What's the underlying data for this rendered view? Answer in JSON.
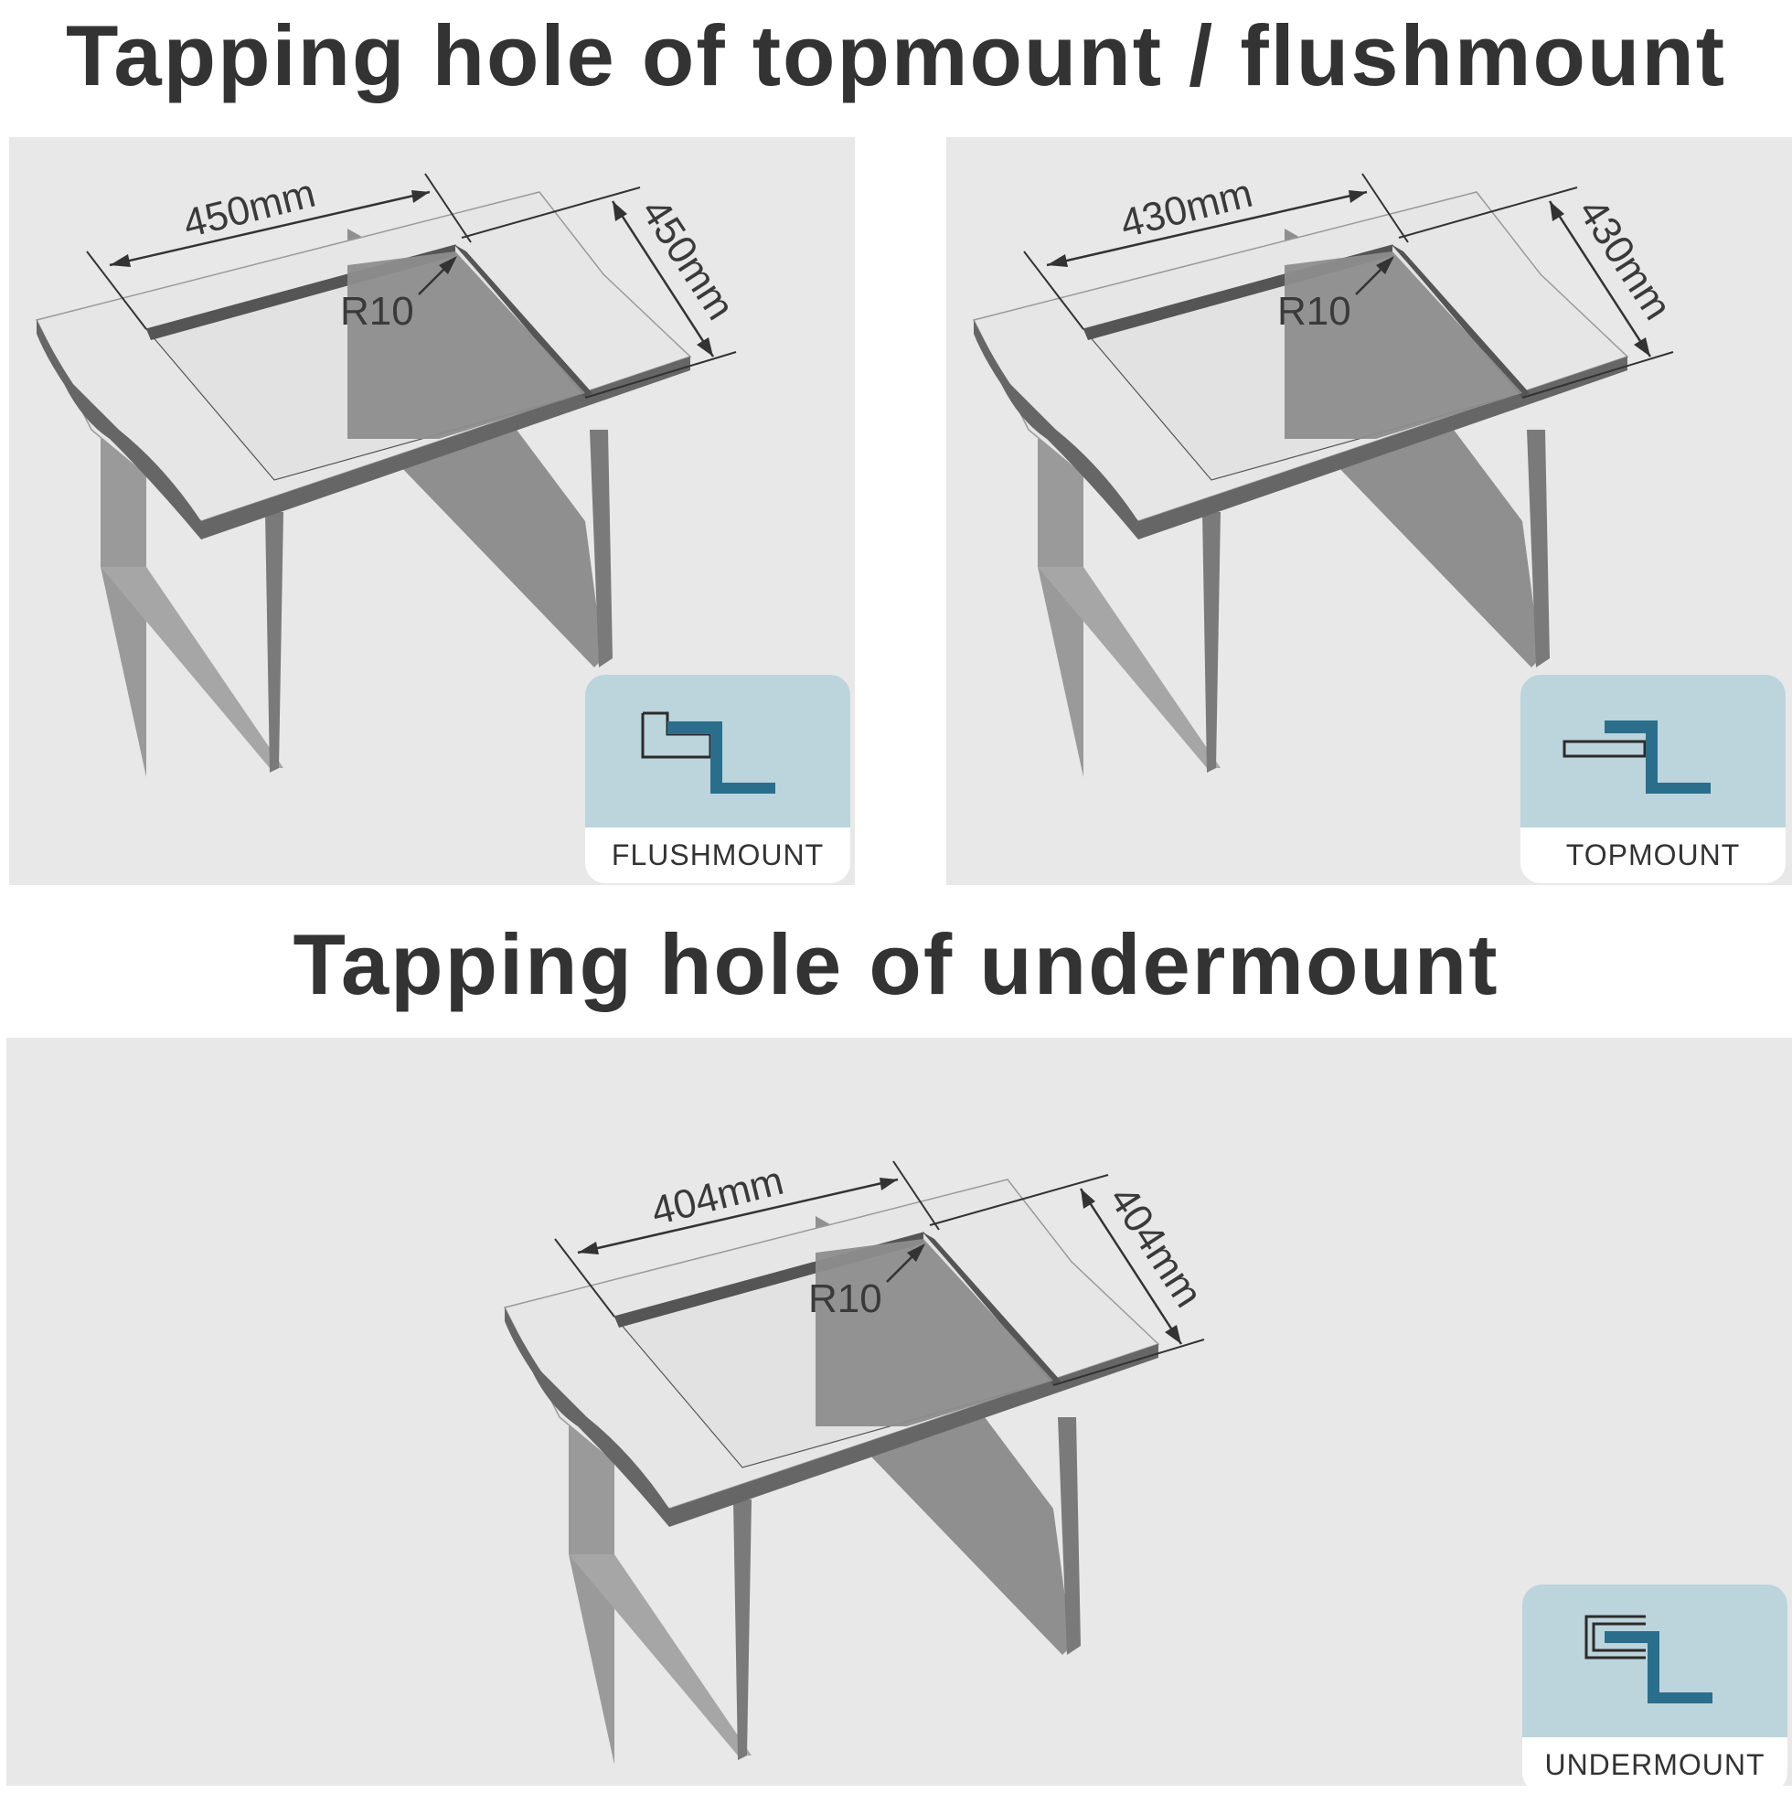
{
  "headings": {
    "top": "Tapping hole of topmount / flushmount",
    "bottom": "Tapping hole of undermount"
  },
  "panels": [
    {
      "width_dim": "450mm",
      "depth_dim": "450mm",
      "radius": "R10",
      "badge_label": "FLUSHMOUNT",
      "badge_icon": "flushmount-profile-icon"
    },
    {
      "width_dim": "430mm",
      "depth_dim": "430mm",
      "radius": "R10",
      "badge_label": "TOPMOUNT",
      "badge_icon": "topmount-profile-icon"
    },
    {
      "width_dim": "404mm",
      "depth_dim": "404mm",
      "radius": "R10",
      "badge_label": "UNDERMOUNT",
      "badge_icon": "undermount-profile-icon"
    }
  ],
  "colors": {
    "panel_bg": "#e8e8e8",
    "badge_top": "#bcd4db",
    "accent_blue": "#2b6e8c",
    "text_dark": "#333333"
  }
}
